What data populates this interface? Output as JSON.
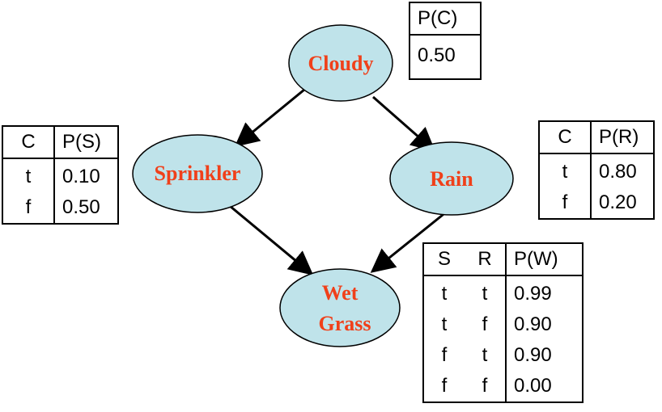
{
  "colors": {
    "node_fill": "#bfe3ea",
    "node_stroke": "#000000",
    "label": "#f0401a",
    "edge": "#000000"
  },
  "nodes": {
    "cloudy": "Cloudy",
    "sprinkler": "Sprinkler",
    "rain": "Rain",
    "wetgrass_line1": "Wet",
    "wetgrass_line2": "Grass"
  },
  "edges": [
    {
      "from": "Cloudy",
      "to": "Sprinkler"
    },
    {
      "from": "Cloudy",
      "to": "Rain"
    },
    {
      "from": "Sprinkler",
      "to": "Wet Grass"
    },
    {
      "from": "Rain",
      "to": "Wet Grass"
    }
  ],
  "tables": {
    "cloudy": {
      "header": "P(C)",
      "value": "0.50"
    },
    "sprinkler": {
      "header": [
        "C",
        "P(S)"
      ],
      "rows": [
        [
          "t",
          "0.10"
        ],
        [
          "f",
          "0.50"
        ]
      ]
    },
    "rain": {
      "header": [
        "C",
        "P(R)"
      ],
      "rows": [
        [
          "t",
          "0.80"
        ],
        [
          "f",
          "0.20"
        ]
      ]
    },
    "wetgrass": {
      "header": [
        "S",
        "R",
        "P(W)"
      ],
      "rows": [
        [
          "t",
          "t",
          "0.99"
        ],
        [
          "t",
          "f",
          "0.90"
        ],
        [
          "f",
          "t",
          "0.90"
        ],
        [
          "f",
          "f",
          "0.00"
        ]
      ]
    }
  }
}
